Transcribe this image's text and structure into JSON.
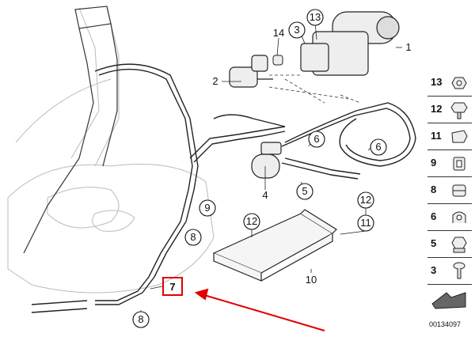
{
  "diagram": {
    "labels": {
      "l1": "1",
      "l2": "2",
      "l3": "3",
      "l4": "4",
      "l5": "5",
      "l6a": "6",
      "l6b": "6",
      "l7": "7",
      "l8a": "8",
      "l8b": "8",
      "l9": "9",
      "l10": "10",
      "l11": "11",
      "l12a": "12",
      "l12b": "12",
      "l13": "13",
      "l14": "14"
    },
    "highlight_color": "#e00000",
    "arrow_color": "#e00000"
  },
  "sidebar": {
    "items": [
      {
        "num": "13",
        "icon": "nut-icon"
      },
      {
        "num": "12",
        "icon": "hex-screw-icon"
      },
      {
        "num": "11",
        "icon": "clip-icon"
      },
      {
        "num": "9",
        "icon": "bracket-icon"
      },
      {
        "num": "8",
        "icon": "hose-clamp-icon"
      },
      {
        "num": "6",
        "icon": "saddle-clamp-icon"
      },
      {
        "num": "5",
        "icon": "hex-nut-icon"
      },
      {
        "num": "3",
        "icon": "screw-icon"
      },
      {
        "num": "",
        "icon": "arrow-icon"
      }
    ],
    "reference": "00134097"
  }
}
